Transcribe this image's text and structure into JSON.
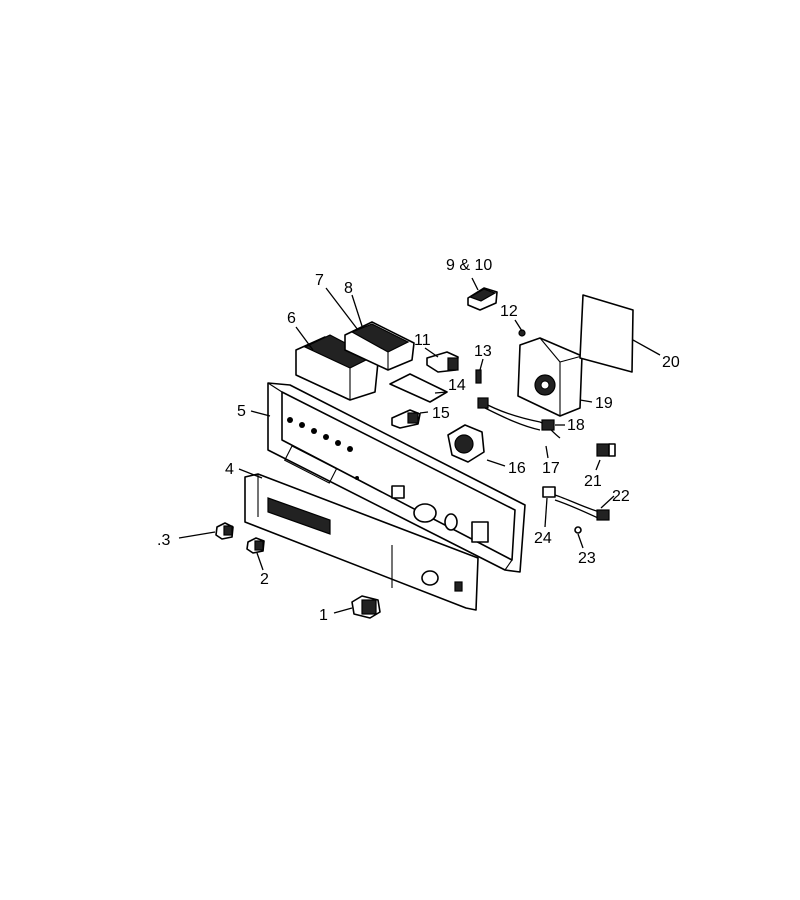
{
  "callouts": {
    "c1": "1",
    "c2": "2",
    "c3": ".3",
    "c4": "4",
    "c5": "5",
    "c6": "6",
    "c7": "7",
    "c8": "8",
    "c9_10": "9 & 10",
    "c11": "11",
    "c12": "12",
    "c13": "13",
    "c14": "14",
    "c15": "15",
    "c16": "16",
    "c17": "17",
    "c18": "18",
    "c19": "19",
    "c20": "20",
    "c21": "21",
    "c22": "22",
    "c23": "23",
    "c24": "24"
  }
}
